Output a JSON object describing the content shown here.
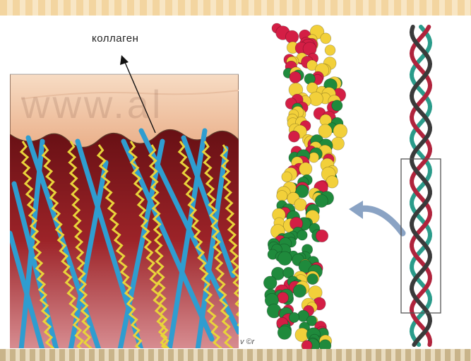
{
  "diagram": {
    "collagen_label": "коллаген",
    "watermark": "www.al",
    "corner_caption": "v ©r"
  },
  "colors": {
    "skin": "#f3c7a8",
    "dermis_dark": "#6d1216",
    "dermis_mid": "#a82a2e",
    "fiber_blue": "#2f9dd0",
    "fiber_yellow": "#e8d43a",
    "protein_red": "#d41e45",
    "protein_yellow": "#f2d03a",
    "protein_green": "#1f8a3c"
  }
}
